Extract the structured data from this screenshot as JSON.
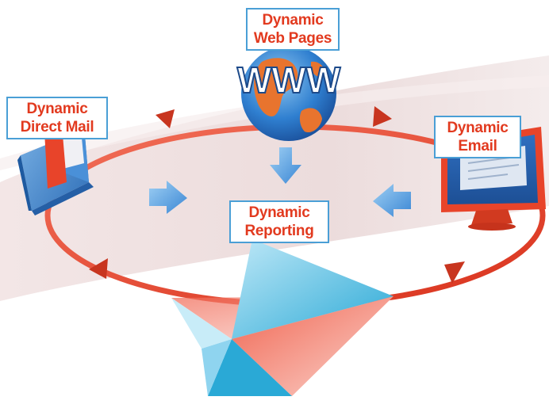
{
  "labels": {
    "web_pages": [
      "Dynamic",
      "Web Pages"
    ],
    "direct_mail": [
      "Dynamic",
      "Direct Mail"
    ],
    "email": [
      "Dynamic",
      "Email"
    ],
    "reporting": [
      "Dynamic",
      "Reporting"
    ]
  },
  "globe_text": "WWW",
  "colors": {
    "label_text": "#e23a1f",
    "label_border": "#4a9fd6",
    "cycle_ring": "#e8442a",
    "flow_arrow": "#4f9ee0",
    "background_band": "#e9d8d8"
  },
  "icons": [
    "globe-icon",
    "envelope-icon",
    "monitor-icon",
    "paper-plane-icon",
    "arrow-icon"
  ]
}
